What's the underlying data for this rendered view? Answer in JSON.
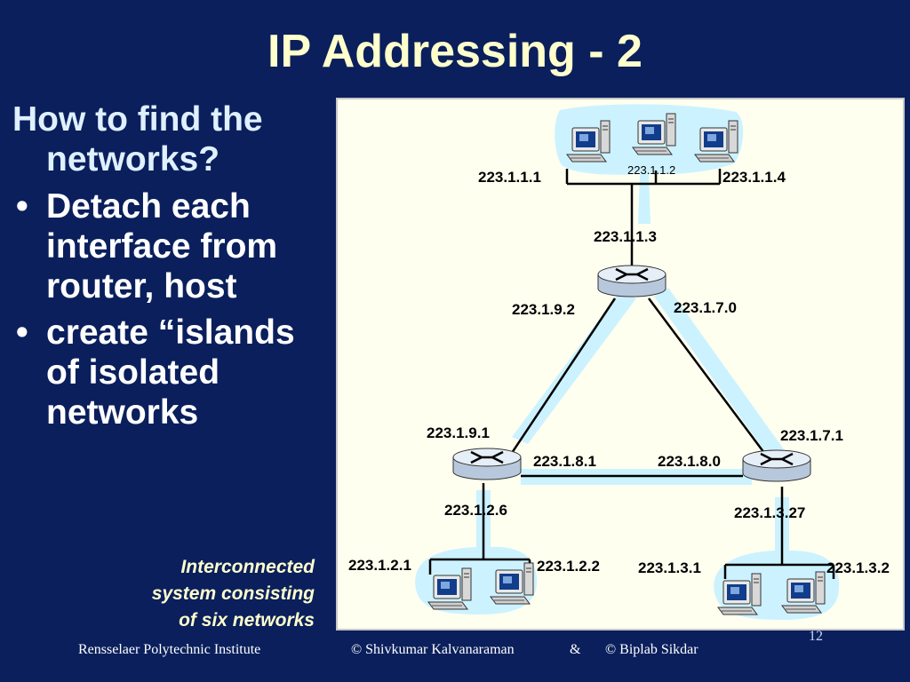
{
  "slide": {
    "title": "IP Addressing - 2",
    "lead": "How to find the networks?",
    "bullets": [
      "Detach each interface from router, host",
      "create “islands of isolated networks"
    ],
    "caption_lines": [
      "Interconnected",
      "system consisting",
      "of six networks"
    ],
    "page_number": "12"
  },
  "footer": {
    "institution": "Rensselaer Polytechnic Institute",
    "copyright_1": "© Shivkumar Kalvanaraman",
    "ampersand": "&",
    "copyright_2": "© Biplab Sikdar"
  },
  "diagram": {
    "colors": {
      "island": "#ccf2ff",
      "panel_bg": "#fffff0",
      "link": "#000000",
      "router": "#d9e6f2"
    },
    "labels": {
      "h_top_left": "223.1.1.1",
      "h_top_mid": "223.1.1.2",
      "h_top_right": "223.1.1.4",
      "r_top_lan": "223.1.1.3",
      "r_top_left": "223.1.9.2",
      "r_top_right": "223.1.7.0",
      "r_left_up": "223.1.9.1",
      "r_left_right": "223.1.8.1",
      "r_right_left": "223.1.8.0",
      "r_right_up": "223.1.7.1",
      "r_left_lan": "223.1.2.6",
      "r_right_lan": "223.1.3.27",
      "h_bl_left": "223.1.2.1",
      "h_bl_right": "223.1.2.2",
      "h_br_left": "223.1.3.1",
      "h_br_right": "223.1.3.2"
    },
    "icons": [
      "computer-icon",
      "router-icon"
    ]
  }
}
